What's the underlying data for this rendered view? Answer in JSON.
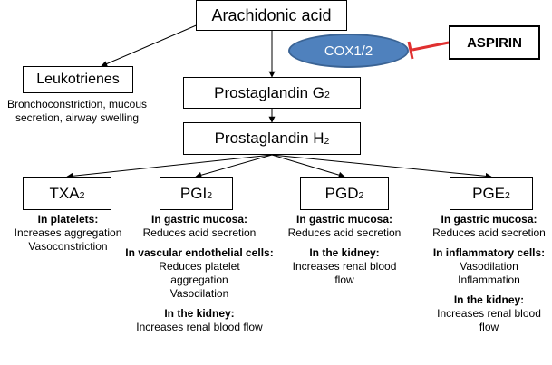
{
  "nodes": {
    "arachidonic": "Arachidonic acid",
    "cox": "COX1/2",
    "aspirin": "ASPIRIN",
    "leukotrienes": "Leukotrienes",
    "leuko_desc": [
      "Bronchoconstriction, mucous",
      "secretion, airway swelling"
    ],
    "pgg": {
      "base": "Prostaglandin G",
      "sub": "2"
    },
    "pgh": {
      "base": "Prostaglandin H",
      "sub": "2"
    },
    "txa": {
      "base": "TXA",
      "sub": "2"
    },
    "pgi": {
      "base": "PGI",
      "sub": "2"
    },
    "pgd": {
      "base": "PGD",
      "sub": "2"
    },
    "pge": {
      "base": "PGE",
      "sub": "2"
    }
  },
  "effects": {
    "txa": [
      {
        "bold": true,
        "text": "In platelets:"
      },
      {
        "bold": false,
        "text": "Increases aggregation"
      },
      {
        "bold": false,
        "text": "Vasoconstriction"
      }
    ],
    "pgi": [
      {
        "bold": true,
        "text": "In gastric mucosa:"
      },
      {
        "bold": false,
        "text": "Reduces acid secretion"
      },
      {
        "bold": false,
        "text": ""
      },
      {
        "bold": true,
        "text": "In vascular endothelial cells:"
      },
      {
        "bold": false,
        "text": "Reduces platelet"
      },
      {
        "bold": false,
        "text": "aggregation"
      },
      {
        "bold": false,
        "text": "Vasodilation"
      },
      {
        "bold": false,
        "text": ""
      },
      {
        "bold": true,
        "text": "In the kidney:"
      },
      {
        "bold": false,
        "text": "Increases renal blood flow"
      }
    ],
    "pgd": [
      {
        "bold": true,
        "text": "In gastric mucosa:"
      },
      {
        "bold": false,
        "text": "Reduces acid secretion"
      },
      {
        "bold": false,
        "text": ""
      },
      {
        "bold": true,
        "text": "In the kidney:"
      },
      {
        "bold": false,
        "text": "Increases renal blood"
      },
      {
        "bold": false,
        "text": "flow"
      }
    ],
    "pge": [
      {
        "bold": true,
        "text": "In gastric mucosa:"
      },
      {
        "bold": false,
        "text": "Reduces acid secretion"
      },
      {
        "bold": false,
        "text": ""
      },
      {
        "bold": true,
        "text": "In inflammatory cells:"
      },
      {
        "bold": false,
        "text": "Vasodilation"
      },
      {
        "bold": false,
        "text": "Inflammation"
      },
      {
        "bold": false,
        "text": ""
      },
      {
        "bold": true,
        "text": "In the kidney:"
      },
      {
        "bold": false,
        "text": "Increases renal blood"
      },
      {
        "bold": false,
        "text": "flow"
      }
    ]
  },
  "colors": {
    "cox_fill": "#4f81bd",
    "inhibit": "#e03030"
  }
}
